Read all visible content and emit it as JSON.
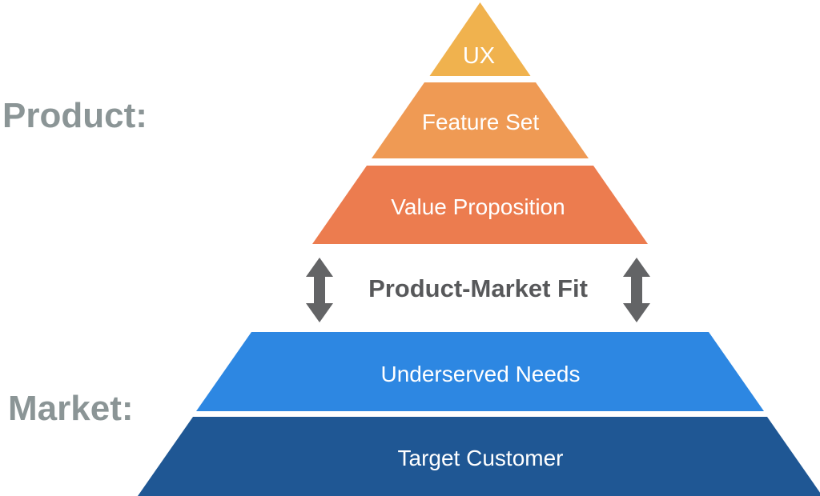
{
  "labels": {
    "product_section": "Product:",
    "market_section": "Market:",
    "pmf": "Product-Market Fit"
  },
  "pyramid": {
    "product_layers": [
      {
        "label": "UX",
        "color": "#F0B24E"
      },
      {
        "label": "Feature Set",
        "color": "#EF9A54"
      },
      {
        "label": "Value Proposition",
        "color": "#EC7C4F"
      }
    ],
    "market_layers": [
      {
        "label": "Underserved Needs",
        "color": "#2D87E2"
      },
      {
        "label": "Target Customer",
        "color": "#1F5794"
      }
    ]
  },
  "icons": {
    "left_arrow": "double-vertical-arrow",
    "right_arrow": "double-vertical-arrow"
  },
  "colors": {
    "section_label_text": "#8B9596",
    "pmf_text": "#57585A",
    "arrow": "#636466",
    "layer_text": "#FFFFFF",
    "background": "#FFFFFF"
  }
}
